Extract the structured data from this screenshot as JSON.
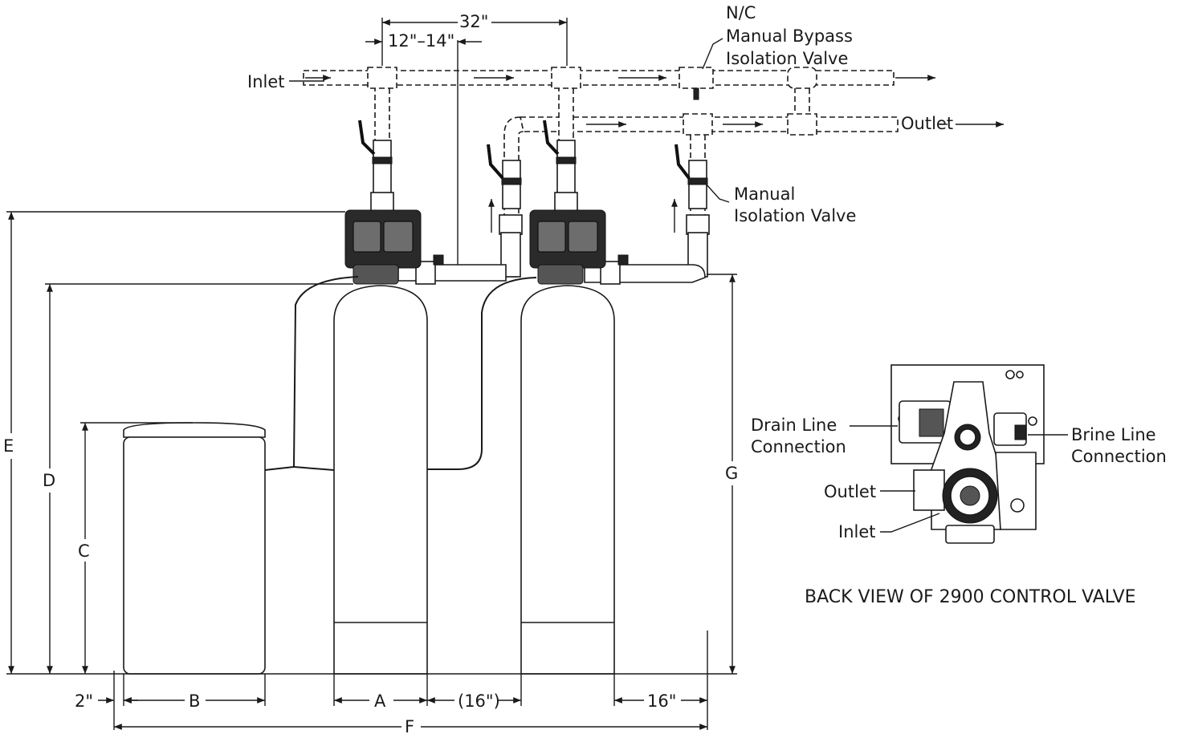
{
  "dimensions": {
    "pipe_span": "32\"",
    "tee_spacing": "12\"–14\"",
    "salt_clearance": "2\"",
    "brine_width": "B",
    "tank_width": "A",
    "tank_gap": "(16\")",
    "side_clearance": "16\"",
    "overall_width": "F",
    "height_e": "E",
    "height_d": "D",
    "height_c": "C",
    "height_g": "G"
  },
  "labels": {
    "inlet": "Inlet",
    "outlet": "Outlet",
    "bypass_line1": "N/C",
    "bypass_line2": "Manual Bypass",
    "bypass_line3": "Isolation Valve",
    "manual_iso_line1": "Manual",
    "manual_iso_line2": "Isolation Valve"
  },
  "back_view": {
    "drain_line1": "Drain Line",
    "drain_line2": "Connection",
    "brine_line1": "Brine Line",
    "brine_line2": "Connection",
    "outlet": "Outlet",
    "inlet": "Inlet",
    "caption": "BACK VIEW OF 2900 CONTROL VALVE"
  }
}
